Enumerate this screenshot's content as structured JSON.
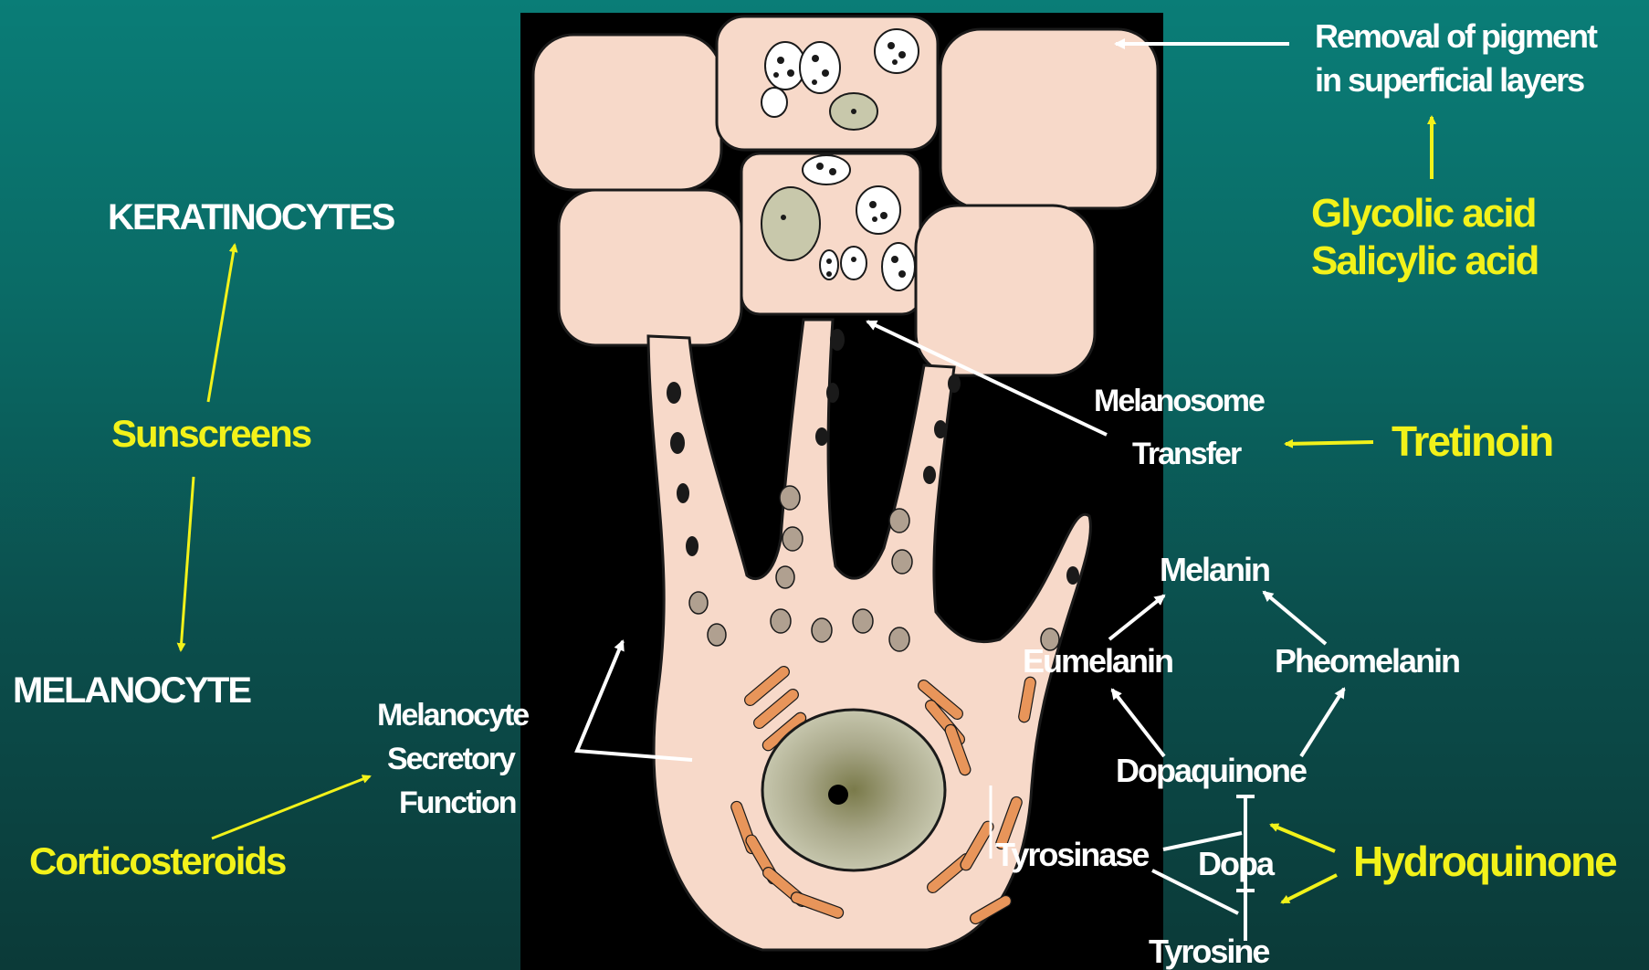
{
  "colors": {
    "treatment": "#f2f21a",
    "label": "#ffffff",
    "cell": "#f7d9c9",
    "cell_outline": "#1a1a1a",
    "organelle": "#e8955a",
    "nucleus": "#a9a88a"
  },
  "labels": {
    "keratinocytes": "KERATINOCYTES",
    "sunscreens": "Sunscreens",
    "melanocyte": "MELANOCYTE",
    "corticosteroids": "Corticosteroids",
    "secretory_line1": "Melanocyte",
    "secretory_line2": "Secretory",
    "secretory_line3": "Function",
    "removal_line1": "Removal of pigment",
    "removal_line2": "in superficial layers",
    "glycolic_acid": "Glycolic acid",
    "salicylic_acid": "Salicylic acid",
    "melanosome": "Melanosome",
    "transfer": "Transfer",
    "tretinoin": "Tretinoin",
    "melanin": "Melanin",
    "eumelanin": "Eumelanin",
    "pheomelanin": "Pheomelanin",
    "dopaquinone": "Dopaquinone",
    "tyrosinase": "Tyrosinase",
    "dopa": "Dopa",
    "tyrosine": "Tyrosine",
    "hydroquinone": "Hydroquinone"
  }
}
